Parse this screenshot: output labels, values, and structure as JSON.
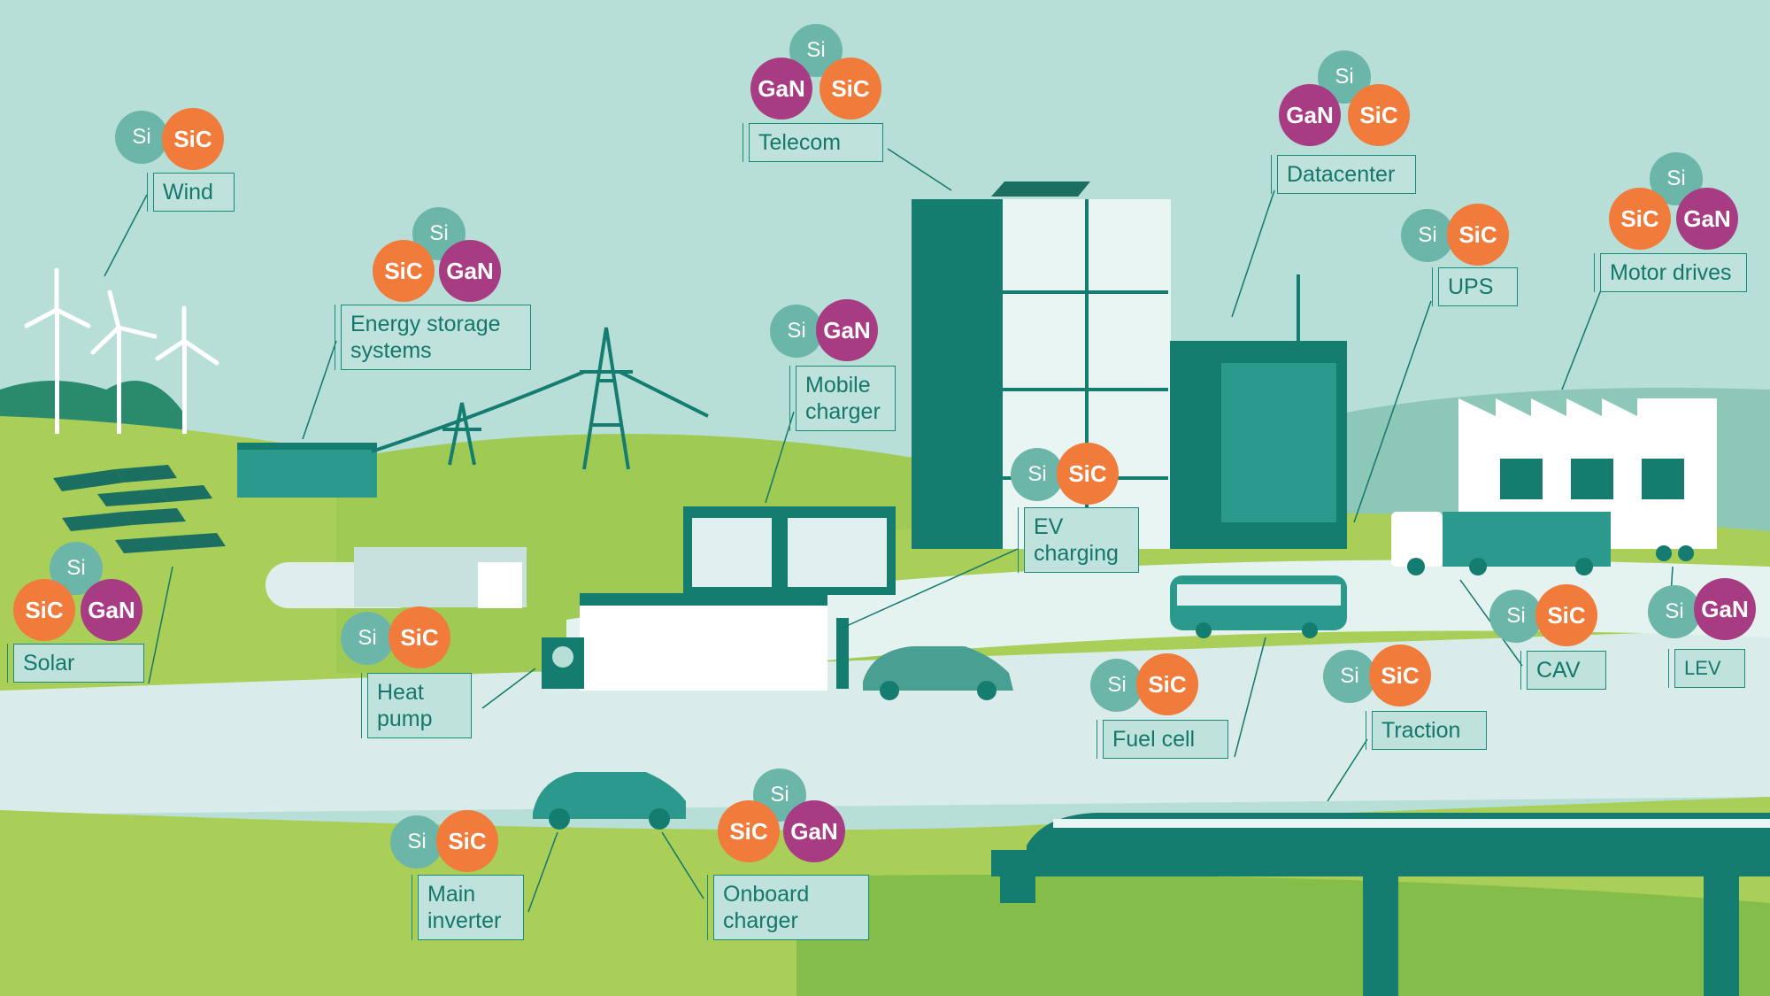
{
  "colors": {
    "sky": "#b8ded8",
    "teal_dark": "#157c70",
    "teal_mid": "#2b9a8c",
    "grass_light": "#a9cf58",
    "grass_dark": "#84bd4a",
    "road": "#d9ecea",
    "label_bg": "#bfe2dc",
    "label_border": "#1a8a7c",
    "si": "#6bb5a9",
    "sic": "#f07b3a",
    "gan": "#a83c83"
  },
  "materials": {
    "si": "Si",
    "sic": "SiC",
    "gan": "GaN"
  },
  "applications": [
    {
      "name": "Wind",
      "chips": [
        "si",
        "sic"
      ]
    },
    {
      "name": "Energy storage systems",
      "chips": [
        "si",
        "sic",
        "gan"
      ]
    },
    {
      "name": "Solar",
      "chips": [
        "si",
        "sic",
        "gan"
      ]
    },
    {
      "name": "Heat pump",
      "chips": [
        "si",
        "sic"
      ]
    },
    {
      "name": "Telecom",
      "chips": [
        "si",
        "gan",
        "sic"
      ]
    },
    {
      "name": "Mobile charger",
      "chips": [
        "si",
        "gan"
      ]
    },
    {
      "name": "EV charging",
      "chips": [
        "si",
        "sic"
      ]
    },
    {
      "name": "Datacenter",
      "chips": [
        "si",
        "gan",
        "sic"
      ]
    },
    {
      "name": "UPS",
      "chips": [
        "si",
        "sic"
      ]
    },
    {
      "name": "Motor drives",
      "chips": [
        "si",
        "sic",
        "gan"
      ]
    },
    {
      "name": "Fuel cell",
      "chips": [
        "si",
        "sic"
      ]
    },
    {
      "name": "Traction",
      "chips": [
        "si",
        "sic"
      ]
    },
    {
      "name": "CAV",
      "chips": [
        "si",
        "sic"
      ]
    },
    {
      "name": "LEV",
      "chips": [
        "si",
        "gan"
      ]
    },
    {
      "name": "Main inverter",
      "chips": [
        "si",
        "sic"
      ]
    },
    {
      "name": "Onboard charger",
      "chips": [
        "si",
        "sic",
        "gan"
      ]
    }
  ]
}
